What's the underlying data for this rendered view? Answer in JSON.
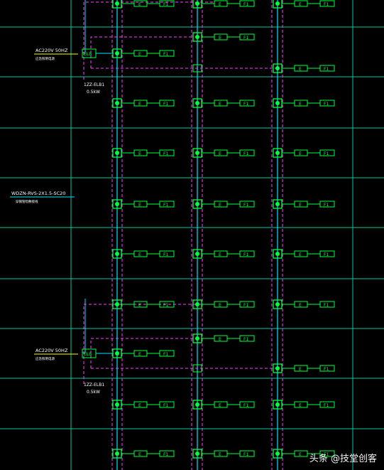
{
  "colors": {
    "background": "#000000",
    "grid_line": "#00c8a0",
    "conduit": "#00e5ff",
    "device": "#00ff3c",
    "circuit": "#ff40ff",
    "note": "#ffffff",
    "feed": "#ffff00"
  },
  "device_labels": {
    "e": "E",
    "f": "F1"
  },
  "panels": [
    {
      "code": "ELB",
      "supply": "AC220V 50HZ",
      "supply_note": "应急照明电源",
      "id": "1ZZ-ELB1",
      "power": "0.5kW"
    },
    {
      "code": "ELB",
      "supply": "AC220V 50HZ",
      "supply_note": "应急照明电源",
      "id": "1ZZ-ELB1",
      "power": "0.5kW"
    }
  ],
  "cable": {
    "spec": "WDZN-RVS-2X1.5-SC20",
    "note": "穿钢管暗敷接线"
  },
  "icons": [
    "junction-node-icon",
    "lamp-e-icon",
    "lamp-f1-icon"
  ],
  "watermark": "头条 @技堂创客"
}
